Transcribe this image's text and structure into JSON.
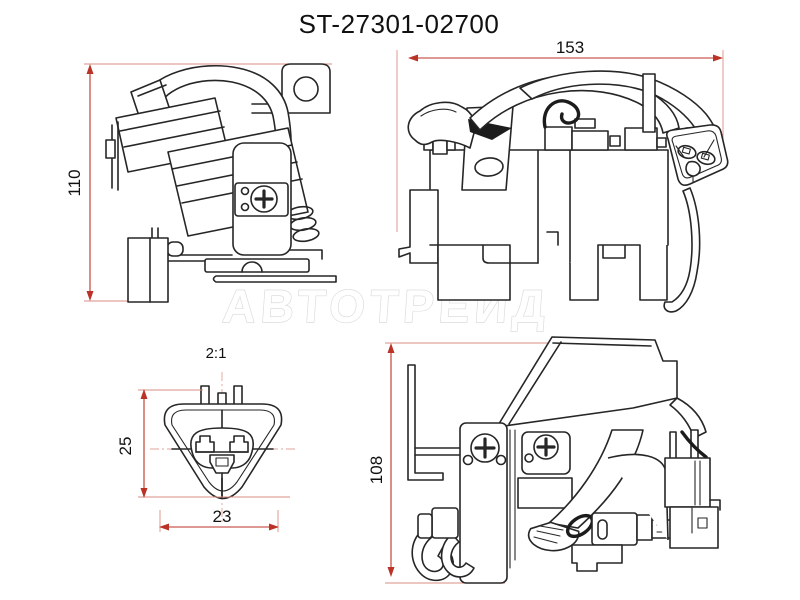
{
  "title": "ST-27301-02700",
  "watermark": "АВТОТРЕЙД",
  "views": {
    "side_view_top_left": {
      "height_dimension": "110"
    },
    "front_view_top_right": {
      "width_dimension": "153"
    },
    "connector_detail": {
      "scale_label": "2:1",
      "height_dimension": "25",
      "width_dimension": "23"
    },
    "rear_view_bottom_right": {
      "height_dimension": "108"
    }
  },
  "colors": {
    "line": "#262626",
    "dimension_red": "#bb3227",
    "extension_pink": "#d98f86",
    "watermark_gray": "#dcdcdc",
    "background": "#ffffff"
  }
}
